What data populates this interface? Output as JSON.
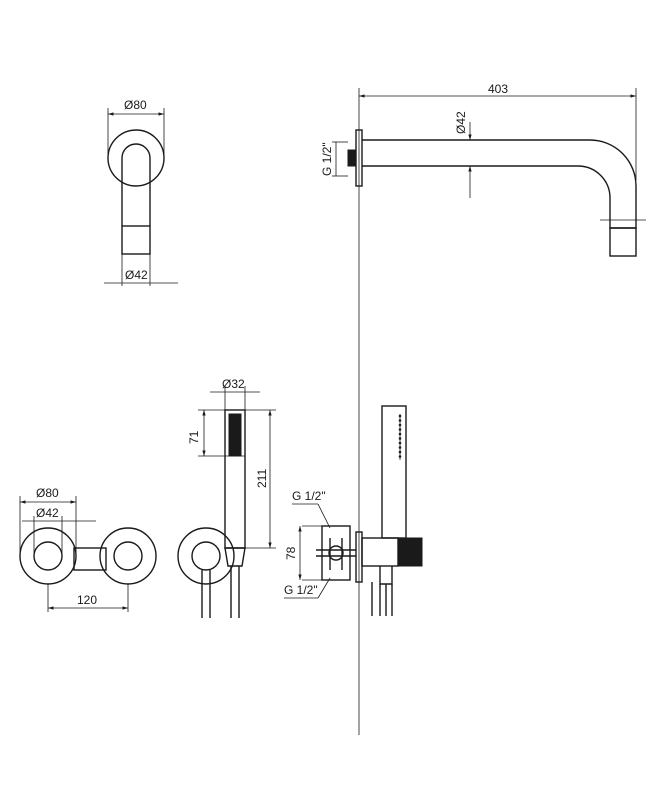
{
  "colors": {
    "line": "#1a1a1a",
    "background": "#ffffff"
  },
  "views": {
    "spout_front": {
      "top_diameter": "Ø80",
      "bottom_diameter": "Ø42"
    },
    "spout_side": {
      "length": "403",
      "diameter": "Ø42",
      "thread": "G 1/2\""
    },
    "mixer_front": {
      "outer_diameter": "Ø80",
      "inner_diameter": "Ø42",
      "spacing": "120"
    },
    "hand_shower": {
      "diameter": "Ø32",
      "head_length": "71",
      "total_length": "211"
    },
    "mixer_side": {
      "thread_top": "G 1/2\"",
      "thread_bottom": "G 1/2\"",
      "depth": "78"
    }
  }
}
